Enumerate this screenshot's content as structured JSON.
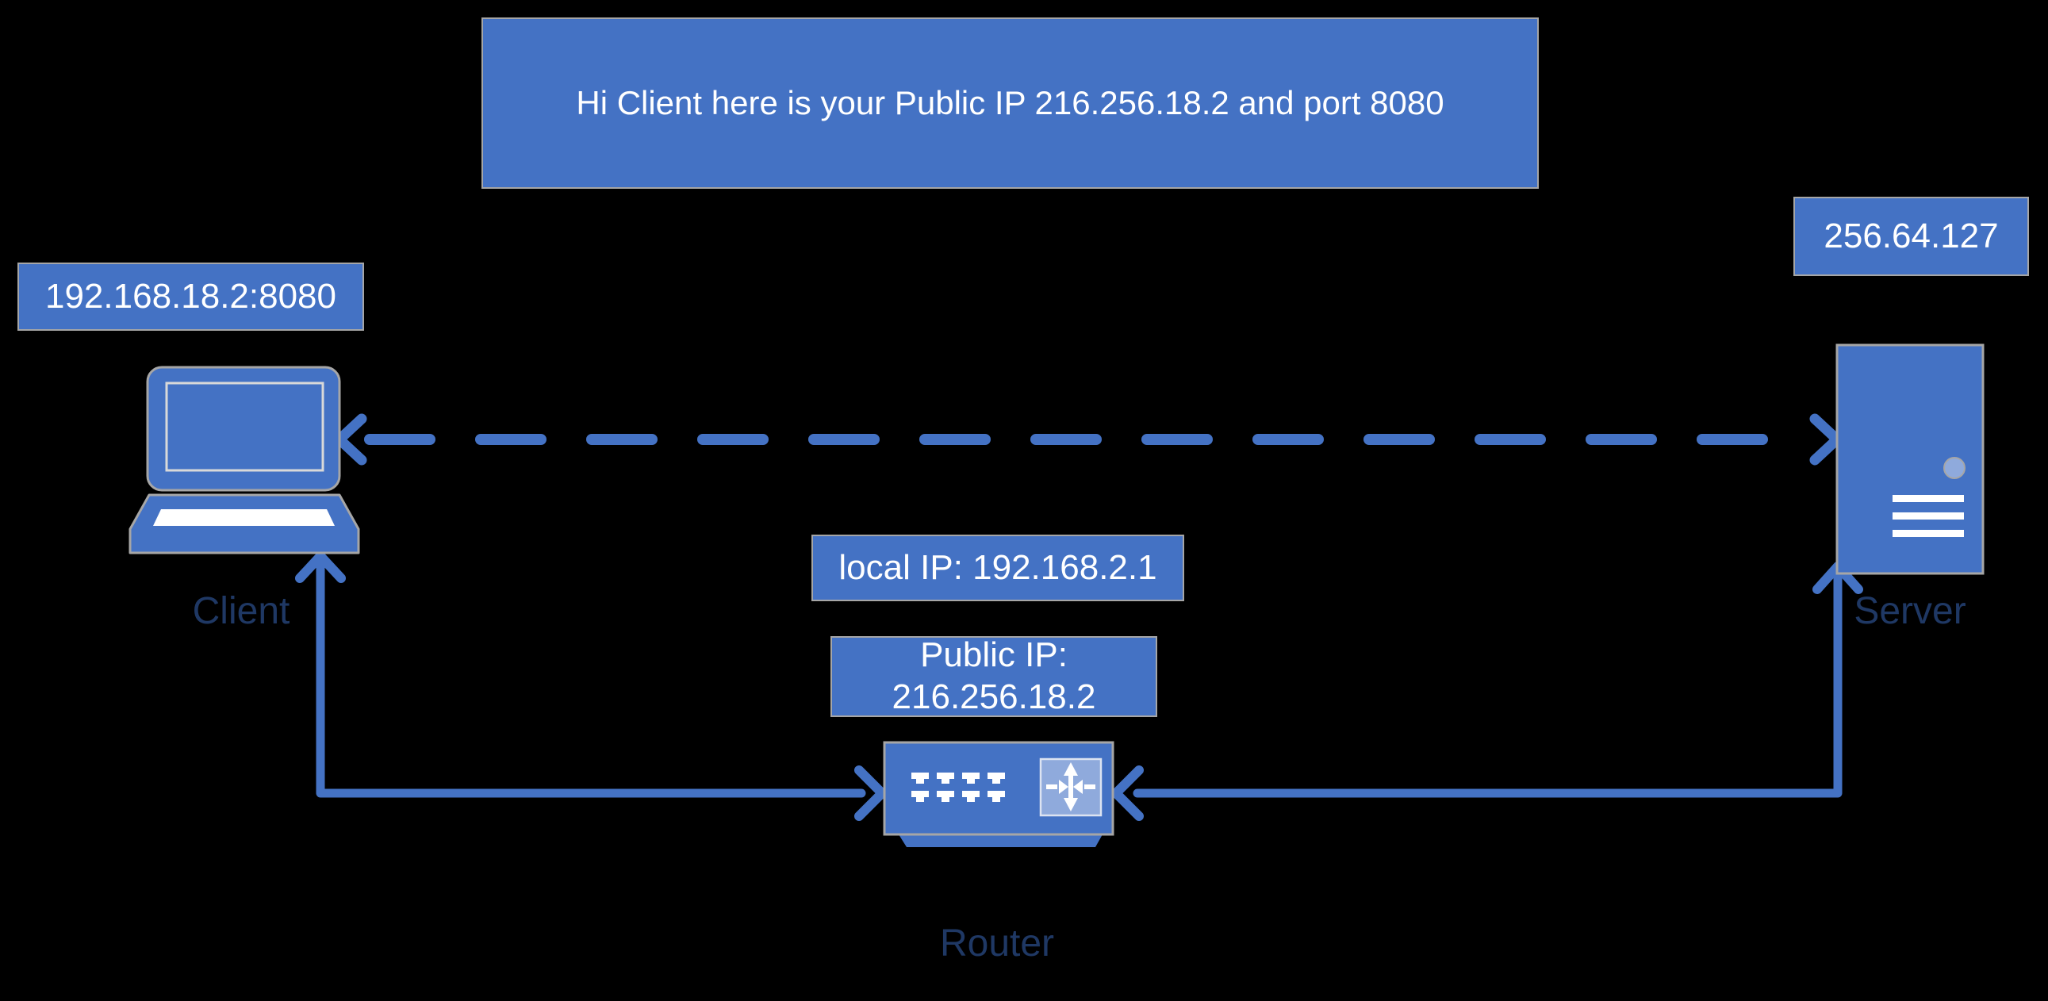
{
  "diagram": {
    "type": "network-nat-diagram",
    "background": "#000000"
  },
  "colors": {
    "accent_blue": "#4472C4",
    "light_blue": "#8FAADC",
    "label_navy": "#1F3864",
    "box_border": "#A6A6A6",
    "text_white": "#FFFFFF"
  },
  "messages": {
    "server_reply": "Hi Client here is your Public IP 216.256.18.2 and port 8080"
  },
  "client": {
    "label": "Client",
    "endpoint": "192.168.18.2:8080"
  },
  "server": {
    "label": "Server",
    "ip": "256.64.127"
  },
  "router": {
    "label": "Router",
    "local_ip": "local IP: 192.168.2.1",
    "public_ip_line1": "Public IP:",
    "public_ip_line2": "216.256.18.2"
  },
  "icons": [
    "laptop-icon",
    "server-tower-icon",
    "router-icon",
    "routing-arrows-icon",
    "ethernet-ports-icon",
    "dashed-connection-arrow",
    "client-router-arrow",
    "server-router-arrow"
  ]
}
